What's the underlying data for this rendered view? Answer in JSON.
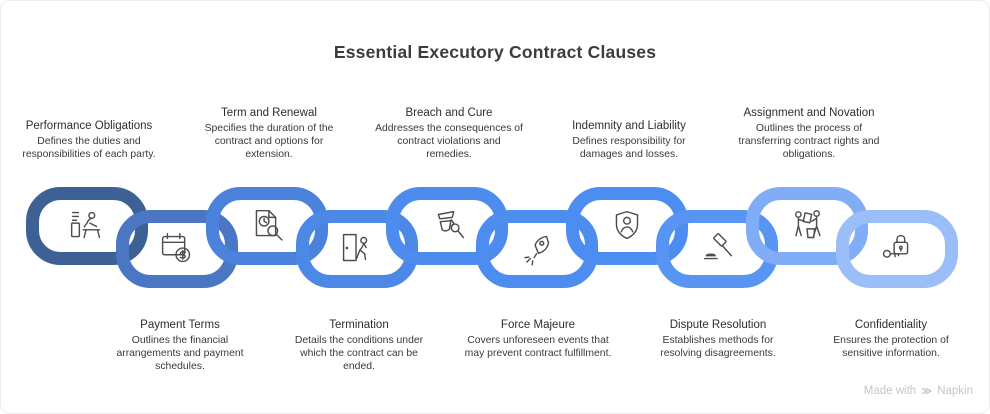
{
  "title": "Essential Executory Contract Clauses",
  "watermark": {
    "prefix": "Made with",
    "brand": "Napkin"
  },
  "clauses": [
    {
      "name": "Performance Obligations",
      "description": "Defines the duties and responsibilities of each party.",
      "row": "top",
      "icon": "person-at-desk",
      "color": "#3D6095"
    },
    {
      "name": "Payment Terms",
      "description": "Outlines the financial arrangements and payment schedules.",
      "row": "bottom",
      "icon": "calendar-dollar",
      "color": "#4A76C4"
    },
    {
      "name": "Term and Renewal",
      "description": "Specifies the duration of the contract and options for extension.",
      "row": "top",
      "icon": "document-clock-magnifier",
      "color": "#4B83DC"
    },
    {
      "name": "Termination",
      "description": "Details the conditions under which the contract can be ended.",
      "row": "bottom",
      "icon": "person-exit-door",
      "color": "#4C88E6"
    },
    {
      "name": "Breach and Cure",
      "description": "Addresses the consequences of contract violations and remedies.",
      "row": "top",
      "icon": "broken-vase-magnifier",
      "color": "#4D8BEC"
    },
    {
      "name": "Force Majeure",
      "description": "Covers unforeseen events that may prevent contract fulfillment.",
      "row": "bottom",
      "icon": "rocket-sparks",
      "color": "#4D8DF0"
    },
    {
      "name": "Indemnity and Liability",
      "description": "Defines responsibility for damages and losses.",
      "row": "top",
      "icon": "shield-person",
      "color": "#4C8DF1"
    },
    {
      "name": "Dispute Resolution",
      "description": "Establishes methods for resolving disagreements.",
      "row": "bottom",
      "icon": "gavel",
      "color": "#5895F3"
    },
    {
      "name": "Assignment and Novation",
      "description": "Outlines the process of transferring contract rights and obligations.",
      "row": "top",
      "icon": "people-handover",
      "color": "#81ADF6"
    },
    {
      "name": "Confidentiality",
      "description": "Ensures the protection of sensitive information.",
      "row": "bottom",
      "icon": "lock-key",
      "color": "#9ABFF8"
    }
  ]
}
